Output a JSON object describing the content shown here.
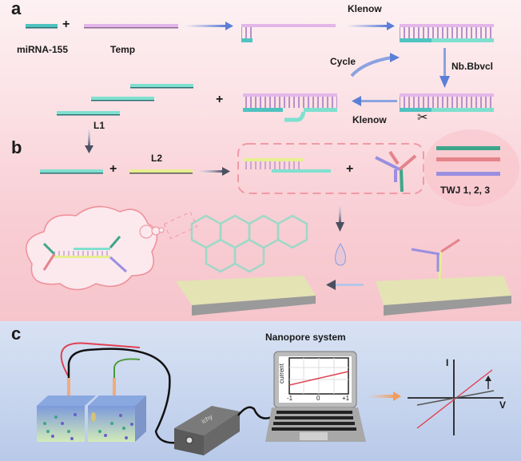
{
  "panels": {
    "a": {
      "label": "a",
      "mirna_label": "miRNA-155",
      "temp_label": "Temp",
      "klenow_top": "Klenow",
      "nicking_enzyme": "Nb.Bbvcl",
      "cycle_label": "Cycle",
      "klenow_bottom": "Klenow",
      "l1_label": "L1",
      "plus": "+"
    },
    "b": {
      "label": "b",
      "l2_label": "L2",
      "twj_label": "TWJ 1, 2, 3",
      "plus": "+"
    },
    "c": {
      "label": "c",
      "nanopore_title": "Nanopore system",
      "device_label": "ichy",
      "screen_ylabel": "current",
      "screen_xticks": [
        "-1",
        "0",
        "+1"
      ],
      "iv_ylabel": "I",
      "iv_xlabel": "V"
    }
  },
  "colors": {
    "mirna": "#4fc3c0",
    "template": "#d9a8e0",
    "l1": "#7fe0cf",
    "l2": "#e6ef8f",
    "twj1": "#3fa58a",
    "twj2": "#e5838a",
    "twj3": "#9a8fe0",
    "arrow": "#6f8fdc",
    "red_wire": "#e04050",
    "green_wire": "#4a9a3a"
  }
}
